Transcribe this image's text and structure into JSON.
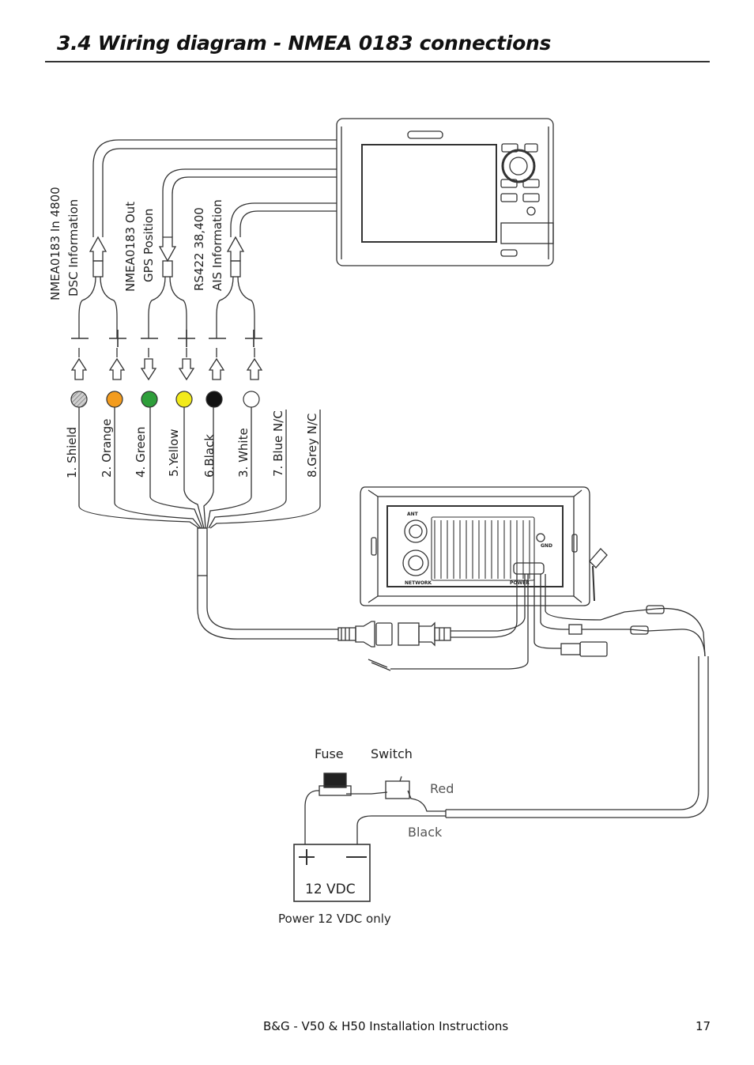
{
  "page": {
    "title": "3.4 Wiring diagram - NMEA 0183 connections",
    "footer": "B&G - V50 & H50 Installation Instructions",
    "page_number": "17"
  },
  "groups": [
    {
      "line1": "NMEA0183 In 4800",
      "line2": "DSC Information"
    },
    {
      "line1": "NMEA0183 Out",
      "line2": "GPS Position"
    },
    {
      "line1": "RS422 38,400",
      "line2": "AIS Information"
    }
  ],
  "wires": [
    {
      "label": "1. Shield",
      "color": "#bbbbbb"
    },
    {
      "label": "2. Orange",
      "color": "#f39c1e"
    },
    {
      "label": "4. Green",
      "color": "#2e9e3a"
    },
    {
      "label": "5.Yellow",
      "color": "#f2ea1a"
    },
    {
      "label": "6.Black",
      "color": "#111111"
    },
    {
      "label": "3. White",
      "color": "#ffffff"
    },
    {
      "label": "7. Blue N/C",
      "color": "none"
    },
    {
      "label": "8.Grey N/C",
      "color": "none"
    }
  ],
  "power": {
    "fuse": "Fuse",
    "switch": "Switch",
    "red": "Red",
    "black": "Black",
    "battery": "12 VDC",
    "note": "Power 12 VDC only",
    "plus_symbol": "+",
    "minus_symbol": "—"
  },
  "radio_rear": {
    "ant": "ANT",
    "gnd": "GND",
    "network": "NETWORK",
    "power": "POWER"
  }
}
